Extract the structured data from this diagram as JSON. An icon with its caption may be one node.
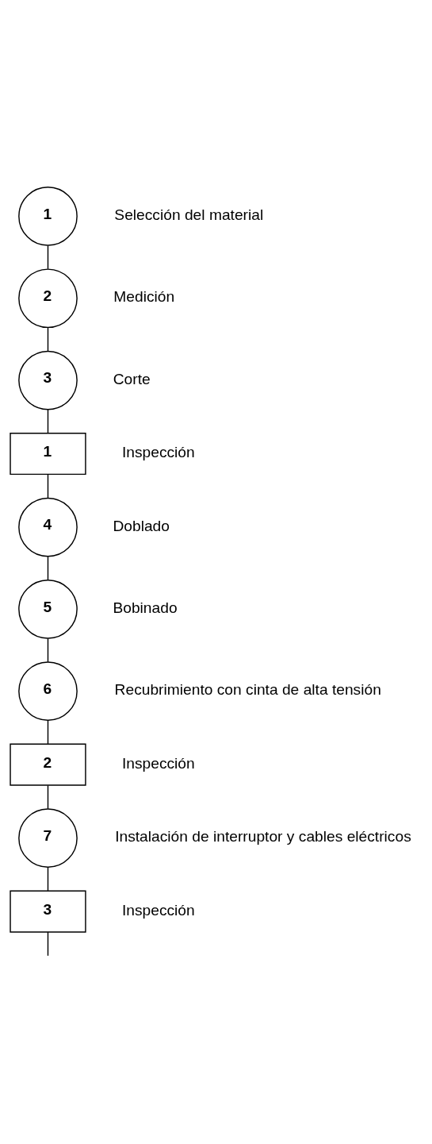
{
  "diagram": {
    "nodes": [
      {
        "text": [
          "1"
        ],
        "beside": [
          "Selección del material"
        ]
      },
      {
        "text": [
          "2"
        ],
        "beside": [
          "Medición"
        ]
      },
      {
        "text": [
          "3"
        ],
        "beside": [
          "Corte"
        ]
      },
      {
        "text": [
          "1"
        ],
        "beside": [
          "Inspección"
        ]
      },
      {
        "text": [
          "4"
        ],
        "beside": [
          "Doblado"
        ]
      },
      {
        "text": [
          "5"
        ],
        "beside": [
          "Bobinado"
        ]
      },
      {
        "text": [
          "6"
        ],
        "beside": [
          "Recubrimiento con cinta de alta tensión"
        ]
      },
      {
        "text": [
          "2"
        ],
        "beside": [
          "Inspección"
        ]
      },
      {
        "text": [
          "7"
        ],
        "beside": [
          "Instalación de interruptor y cables eléctricos"
        ]
      },
      {
        "text": [
          "3"
        ],
        "beside": [
          "Inspección"
        ]
      }
    ],
    "edges": [
      {
        "from": 0,
        "to": 1,
        "arrow": "none"
      },
      {
        "from": 1,
        "to": 2,
        "arrow": "none"
      },
      {
        "from": 2,
        "to": 3,
        "arrow": "none"
      },
      {
        "from": 3,
        "to": 4,
        "arrow": "none"
      },
      {
        "from": 4,
        "to": 5,
        "arrow": "none"
      },
      {
        "from": 5,
        "to": 6,
        "arrow": "none"
      },
      {
        "from": 6,
        "to": 7,
        "arrow": "none"
      },
      {
        "from": 7,
        "to": 8,
        "arrow": "none"
      },
      {
        "from": 8,
        "to": 9,
        "arrow": "none"
      },
      {
        "from": 9,
        "to": null,
        "arrow": "none"
      }
    ]
  }
}
